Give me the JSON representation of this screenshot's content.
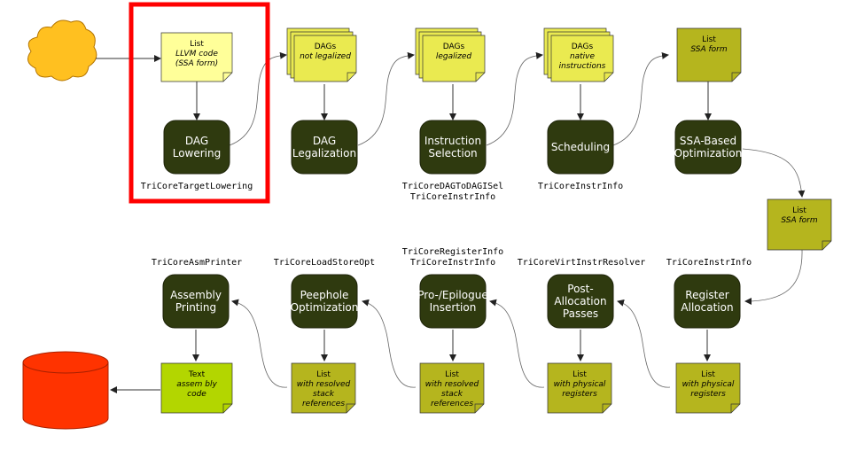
{
  "colors": {
    "process_fill": "#2f3a0f",
    "note_light": "#ffff99",
    "note_mid": "#eaea50",
    "note_olive": "#b5b51e",
    "note_green": "#b3d600",
    "cloud": "#ffc020",
    "database": "#ff3300",
    "highlight": "#ff0000"
  },
  "processes": [
    {
      "id": "dag-lowering",
      "lines": [
        "DAG",
        "Lowering"
      ]
    },
    {
      "id": "dag-legalization",
      "lines": [
        "DAG",
        "Legalization"
      ]
    },
    {
      "id": "instruction-selection",
      "lines": [
        "Instruction",
        "Selection"
      ]
    },
    {
      "id": "scheduling",
      "lines": [
        "Scheduling"
      ]
    },
    {
      "id": "ssa-based-optimization",
      "lines": [
        "SSA-Based",
        "Optimization"
      ]
    },
    {
      "id": "register-allocation",
      "lines": [
        "Register",
        "Allocation"
      ]
    },
    {
      "id": "post-allocation-passes",
      "lines": [
        "Post-",
        "Allocation",
        "Passes"
      ]
    },
    {
      "id": "pro-epilogue-insertion",
      "lines": [
        "Pro-/Epilogue",
        "Insertion"
      ]
    },
    {
      "id": "peephole-optimization",
      "lines": [
        "Peephole",
        "Optimization"
      ]
    },
    {
      "id": "assembly-printing",
      "lines": [
        "Assembly",
        "Printing"
      ]
    }
  ],
  "notes": [
    {
      "id": "list-llvm-code",
      "title": "List",
      "sub": [
        "LLVM code",
        "(SSA form)"
      ]
    },
    {
      "id": "dags-not-legalized",
      "title": "DAGs",
      "sub": [
        "not legalized"
      ]
    },
    {
      "id": "dags-legalized",
      "title": "DAGs",
      "sub": [
        "legalized"
      ]
    },
    {
      "id": "dags-native-instructions",
      "title": "DAGs",
      "sub": [
        "native",
        "instructions"
      ]
    },
    {
      "id": "list-ssa-form-top",
      "title": "List",
      "sub": [
        "SSA form"
      ]
    },
    {
      "id": "list-ssa-form-right",
      "title": "List",
      "sub": [
        "SSA form"
      ]
    },
    {
      "id": "list-physical-registers-1",
      "title": "List",
      "sub": [
        "with physical",
        "registers"
      ]
    },
    {
      "id": "list-physical-registers-2",
      "title": "List",
      "sub": [
        "with physical",
        "registers"
      ]
    },
    {
      "id": "list-resolved-stack-1",
      "title": "List",
      "sub": [
        "with resolved",
        "stack",
        "references"
      ]
    },
    {
      "id": "list-resolved-stack-2",
      "title": "List",
      "sub": [
        "with resolved",
        "stack",
        "references"
      ]
    },
    {
      "id": "text-assembly-code",
      "title": "Text",
      "sub": [
        "assem bly",
        "code"
      ]
    }
  ],
  "class_labels": [
    {
      "id": "tricore-target-lowering",
      "lines": [
        "TriCoreTargetLowering"
      ]
    },
    {
      "id": "tricore-dag-to-dag-isel",
      "lines": [
        "TriCoreDAGToDAGISel",
        "TriCoreInstrInfo"
      ]
    },
    {
      "id": "tricore-instr-info-sched",
      "lines": [
        "TriCoreInstrInfo"
      ]
    },
    {
      "id": "tricore-instr-info-regalloc",
      "lines": [
        "TriCoreInstrInfo"
      ]
    },
    {
      "id": "tricore-virt-instr-resolver",
      "lines": [
        "TriCoreVirtInstrResolver"
      ]
    },
    {
      "id": "tricore-register-info",
      "lines": [
        "TriCoreRegisterInfo",
        "TriCoreInstrInfo"
      ]
    },
    {
      "id": "tricore-load-store-opt",
      "lines": [
        "TriCoreLoadStoreOpt"
      ]
    },
    {
      "id": "tricore-asm-printer",
      "lines": [
        "TriCoreAsmPrinter"
      ]
    }
  ]
}
